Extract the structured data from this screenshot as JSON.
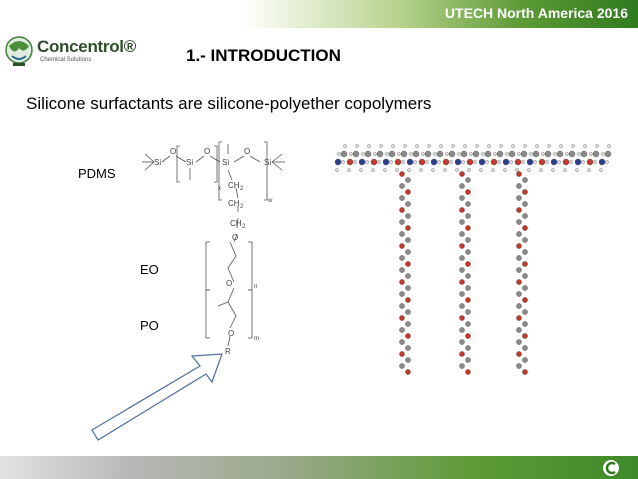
{
  "header": {
    "event": "UTECH North America 2016"
  },
  "logo": {
    "name": "Concentrol®",
    "tagline": "Chemical Solutions"
  },
  "slide": {
    "title": "1.- INTRODUCTION",
    "subtitle": "Silicone surfactants are silicone-polyether copolymers"
  },
  "labels": {
    "pdms": "PDMS",
    "eo": "EO",
    "po": "PO"
  },
  "structure": {
    "si": "Si",
    "o": "O",
    "ch2": "CH",
    "sub2": "2",
    "r": "R",
    "x": "x",
    "w": "w",
    "n": "n",
    "m": "m"
  },
  "colors": {
    "brand_green": "#2f7a1f",
    "oxygen": "#c0392b",
    "carbon": "#8a8a8a",
    "silicon": "#2a3f8f"
  },
  "icons": {
    "logo": "concentrol-globe-icon",
    "footer": "concentrol-c-icon",
    "arrow": "callout-arrow"
  }
}
